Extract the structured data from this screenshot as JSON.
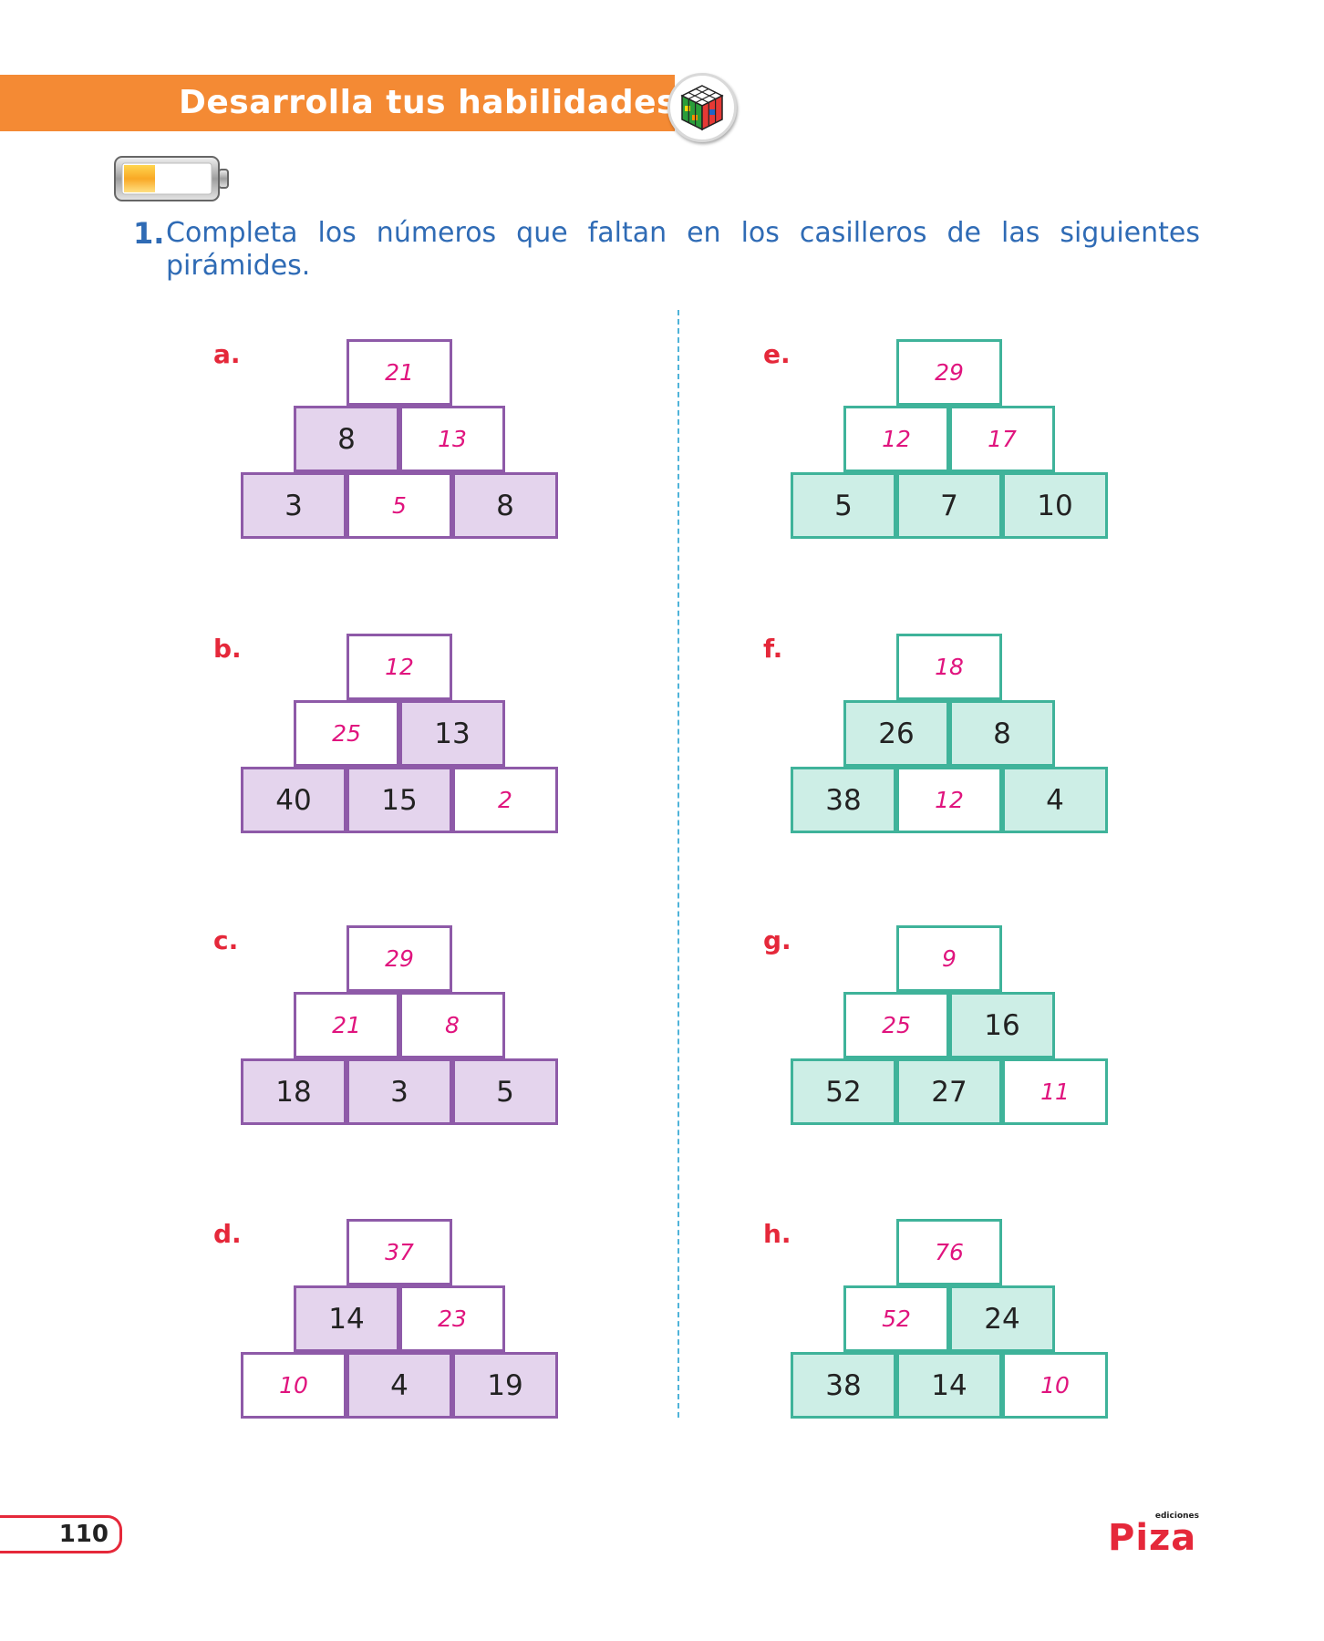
{
  "header": {
    "title": "Desarrolla tus habilidades",
    "badge_icon": "rubiks-cube-icon",
    "level_icon": "battery-low-icon",
    "level_fraction": 0.35,
    "banner_color": "#f48a34"
  },
  "exercise": {
    "number": "1.",
    "instruction": "Completa los números que faltan en los casilleros de las siguientes pirámides."
  },
  "pyramids": [
    {
      "label": "a.",
      "top": "21",
      "middle": [
        "8",
        "13"
      ],
      "bottom": [
        "3",
        "5",
        "8"
      ],
      "answers": {
        "top": true,
        "middle": [
          false,
          true
        ],
        "bottom": [
          false,
          true,
          false
        ]
      }
    },
    {
      "label": "b.",
      "top": "12",
      "middle": [
        "25",
        "13"
      ],
      "bottom": [
        "40",
        "15",
        "2"
      ],
      "answers": {
        "top": true,
        "middle": [
          true,
          false
        ],
        "bottom": [
          false,
          false,
          true
        ]
      }
    },
    {
      "label": "c.",
      "top": "29",
      "middle": [
        "21",
        "8"
      ],
      "bottom": [
        "18",
        "3",
        "5"
      ],
      "answers": {
        "top": true,
        "middle": [
          true,
          true
        ],
        "bottom": [
          false,
          false,
          false
        ]
      }
    },
    {
      "label": "d.",
      "top": "37",
      "middle": [
        "14",
        "23"
      ],
      "bottom": [
        "10",
        "4",
        "19"
      ],
      "answers": {
        "top": true,
        "middle": [
          false,
          true
        ],
        "bottom": [
          true,
          false,
          false
        ]
      }
    },
    {
      "label": "e.",
      "top": "29",
      "middle": [
        "12",
        "17"
      ],
      "bottom": [
        "5",
        "7",
        "10"
      ],
      "answers": {
        "top": true,
        "middle": [
          true,
          true
        ],
        "bottom": [
          false,
          false,
          false
        ]
      }
    },
    {
      "label": "f.",
      "top": "18",
      "middle": [
        "26",
        "8"
      ],
      "bottom": [
        "38",
        "12",
        "4"
      ],
      "answers": {
        "top": true,
        "middle": [
          false,
          false
        ],
        "bottom": [
          false,
          true,
          false
        ]
      }
    },
    {
      "label": "g.",
      "top": "9",
      "middle": [
        "25",
        "16"
      ],
      "bottom": [
        "52",
        "27",
        "11"
      ],
      "answers": {
        "top": true,
        "middle": [
          true,
          false
        ],
        "bottom": [
          false,
          false,
          true
        ]
      }
    },
    {
      "label": "h.",
      "top": "76",
      "middle": [
        "52",
        "24"
      ],
      "bottom": [
        "38",
        "14",
        "10"
      ],
      "answers": {
        "top": true,
        "middle": [
          true,
          false
        ],
        "bottom": [
          false,
          false,
          true
        ]
      }
    }
  ],
  "colors": {
    "left_border": "#8e5aa8",
    "left_fill": "#e4d4ed",
    "right_border": "#3fb39a",
    "right_fill": "#cdeee6",
    "answer_text": "#e0147e",
    "label": "#e5283a"
  },
  "footer": {
    "page_number": "110",
    "logo_small": "ediciones",
    "logo_main": "Piza"
  }
}
